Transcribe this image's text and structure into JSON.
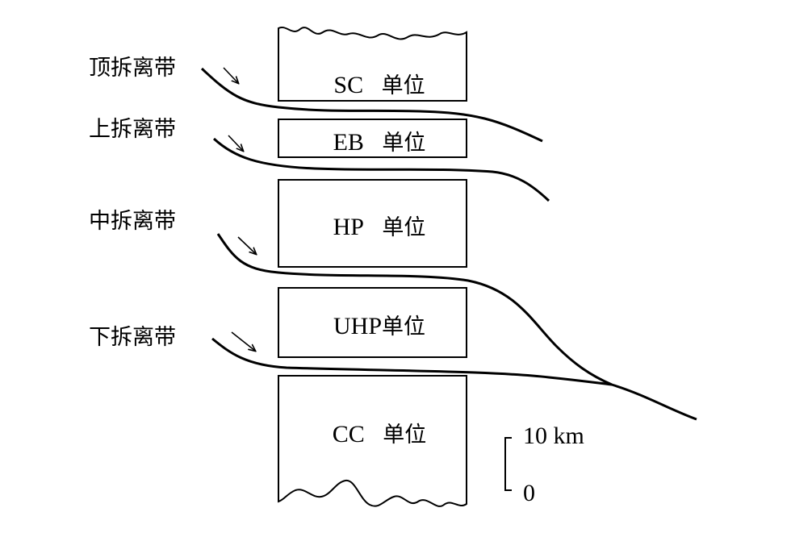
{
  "detachments": [
    {
      "label": "顶拆离带"
    },
    {
      "label": "上拆离带"
    },
    {
      "label": "中拆离带"
    },
    {
      "label": "下拆离带"
    }
  ],
  "units": [
    {
      "code": "SC",
      "suffix": "单位"
    },
    {
      "code": "EB",
      "suffix": "单位"
    },
    {
      "code": "HP",
      "suffix": "单位"
    },
    {
      "code": "UHP",
      "suffix": "单位"
    },
    {
      "code": "CC",
      "suffix": "单位"
    }
  ],
  "scale_bar": {
    "top_label": "10 km",
    "bottom_label": "0"
  },
  "colors": {
    "line": "#000000",
    "background": "#ffffff"
  }
}
